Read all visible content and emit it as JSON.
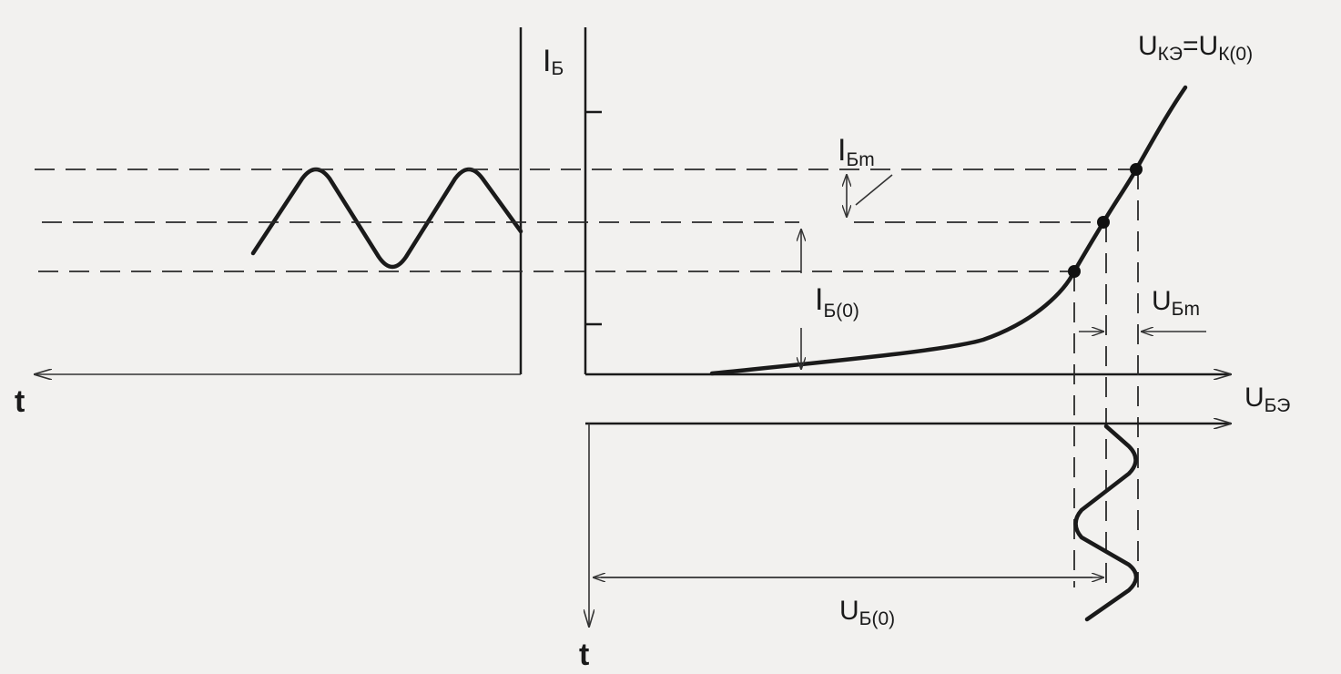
{
  "labels": {
    "ib_main": "I",
    "ib_sub": "Б",
    "uke_main": "U",
    "uke_sub1": "КЭ",
    "uke_eq": "=U",
    "uke_sub2": "К(0)",
    "ibm_main": "I",
    "ibm_sub": "Бm",
    "ib0_main": "I",
    "ib0_sub": "Б(0)",
    "ubm_main": "U",
    "ubm_sub": "Бm",
    "ube_main": "U",
    "ube_sub": "БЭ",
    "ub0_main": "U",
    "ub0_sub": "Б(0)",
    "t_left": "t",
    "t_bottom": "t"
  },
  "colors": {
    "ink": "#1a1a1a",
    "paper": "#f2f1ef"
  }
}
